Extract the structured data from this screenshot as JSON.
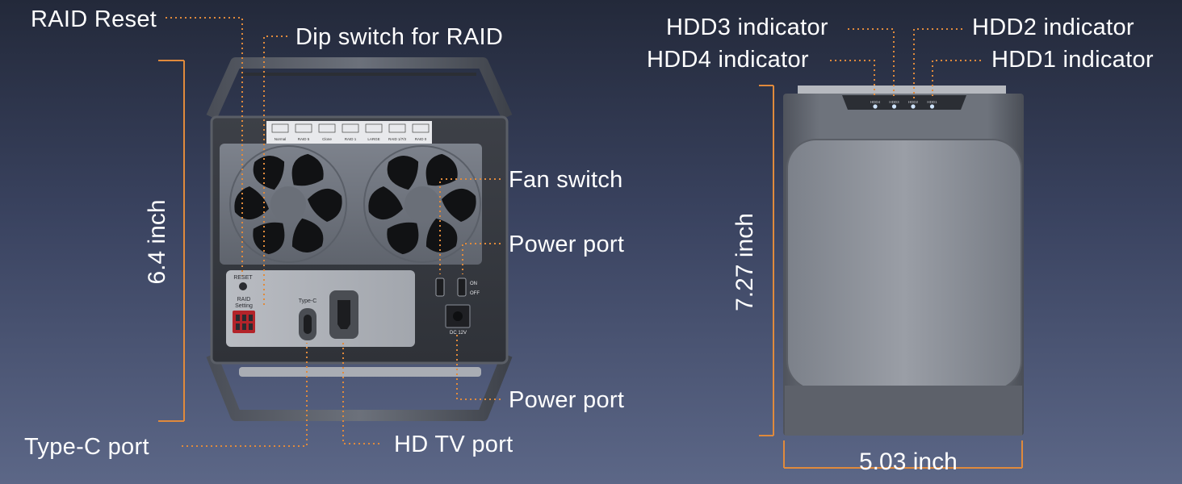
{
  "labels": {
    "raid_reset": "RAID Reset",
    "dip_switch": "Dip switch for RAID",
    "fan_switch": "Fan switch",
    "power_port_switch": "Power port",
    "power_port_dc": "Power port",
    "type_c_port": "Type-C port",
    "hd_tv_port": "HD TV port",
    "hdd3": "HDD3 indicator",
    "hdd2": "HDD2 indicator",
    "hdd4": "HDD4 indicator",
    "hdd1": "HDD1 indicator"
  },
  "dimensions": {
    "back_height": "6.4 inch",
    "front_height": "7.27 inch",
    "front_width": "5.03 inch"
  },
  "device_text": {
    "reset": "RESET",
    "raid_setting_1": "RAID",
    "raid_setting_2": "Setting",
    "type_c": "Type-C",
    "on": "ON",
    "off": "OFF",
    "dc": "DC 12V",
    "raid_modes": [
      "Normal",
      "RAID 5",
      "Clone",
      "RAID 1",
      "LARGE",
      "RAID 1/7/3",
      "RAID 0"
    ],
    "leds": [
      "HDD4",
      "HDD3",
      "HDD2",
      "HDD1"
    ]
  },
  "colors": {
    "accent": "#e08a3c",
    "led": "#cfe4ff"
  }
}
